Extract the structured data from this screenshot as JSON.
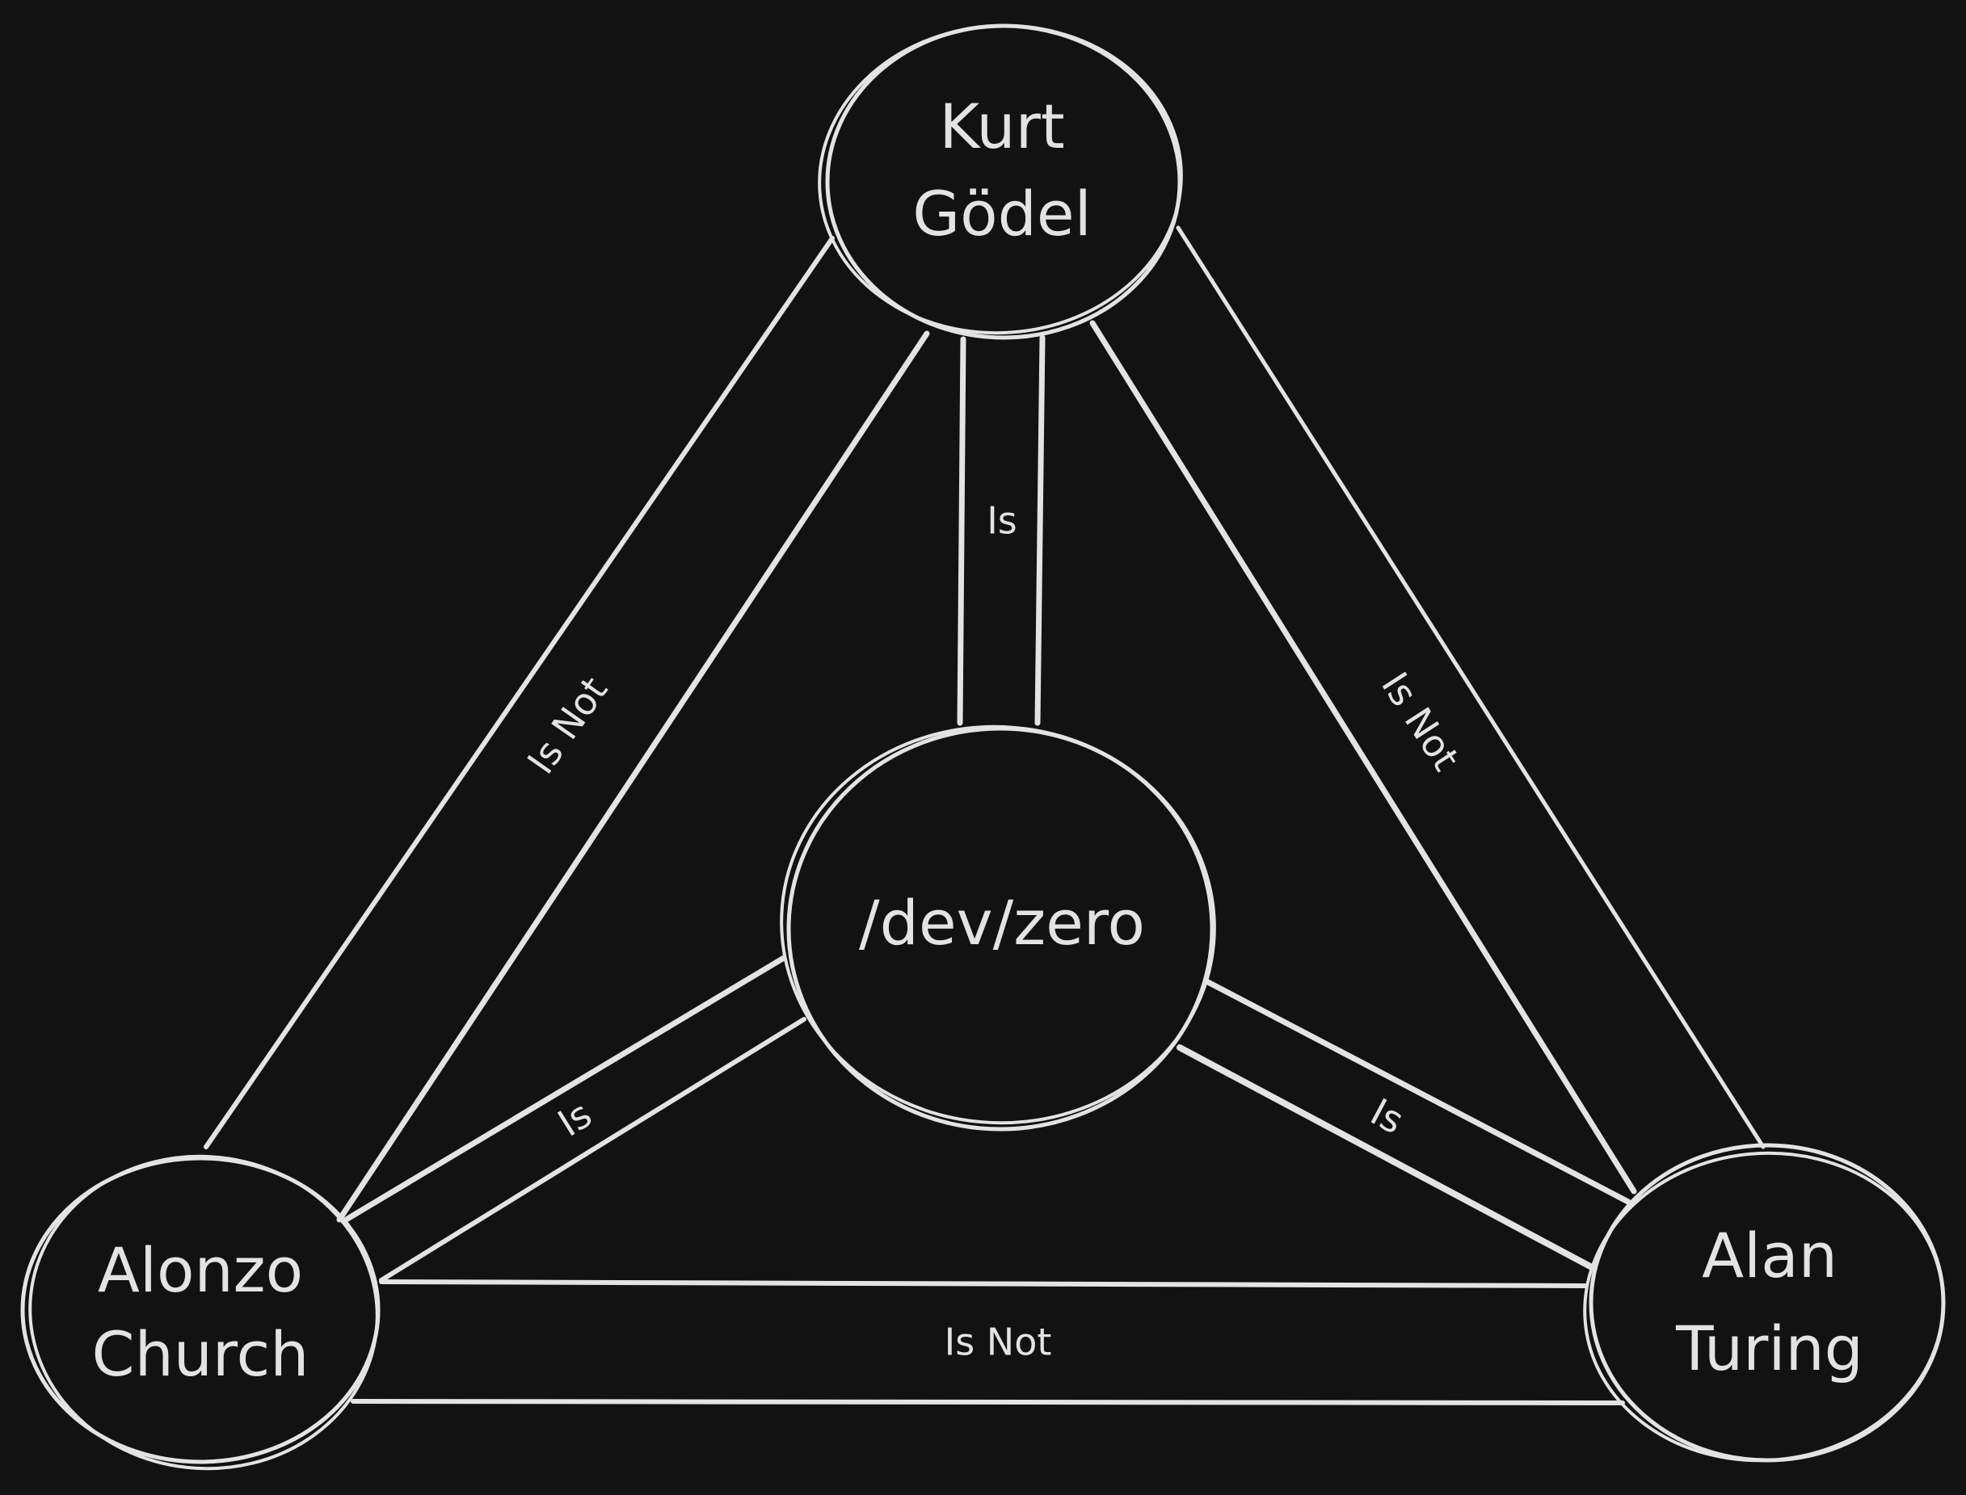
{
  "nodes": {
    "godel": {
      "line1": "Kurt",
      "line2": "Gödel"
    },
    "zero": {
      "label": "/dev/zero"
    },
    "church": {
      "line1": "Alonzo",
      "line2": "Church"
    },
    "turing": {
      "line1": "Alan",
      "line2": "Turing"
    }
  },
  "edges": {
    "godel_zero": "Is",
    "church_zero": "Is",
    "turing_zero": "Is",
    "godel_church": "Is Not",
    "godel_turing": "Is Not",
    "church_turing": "Is Not"
  }
}
